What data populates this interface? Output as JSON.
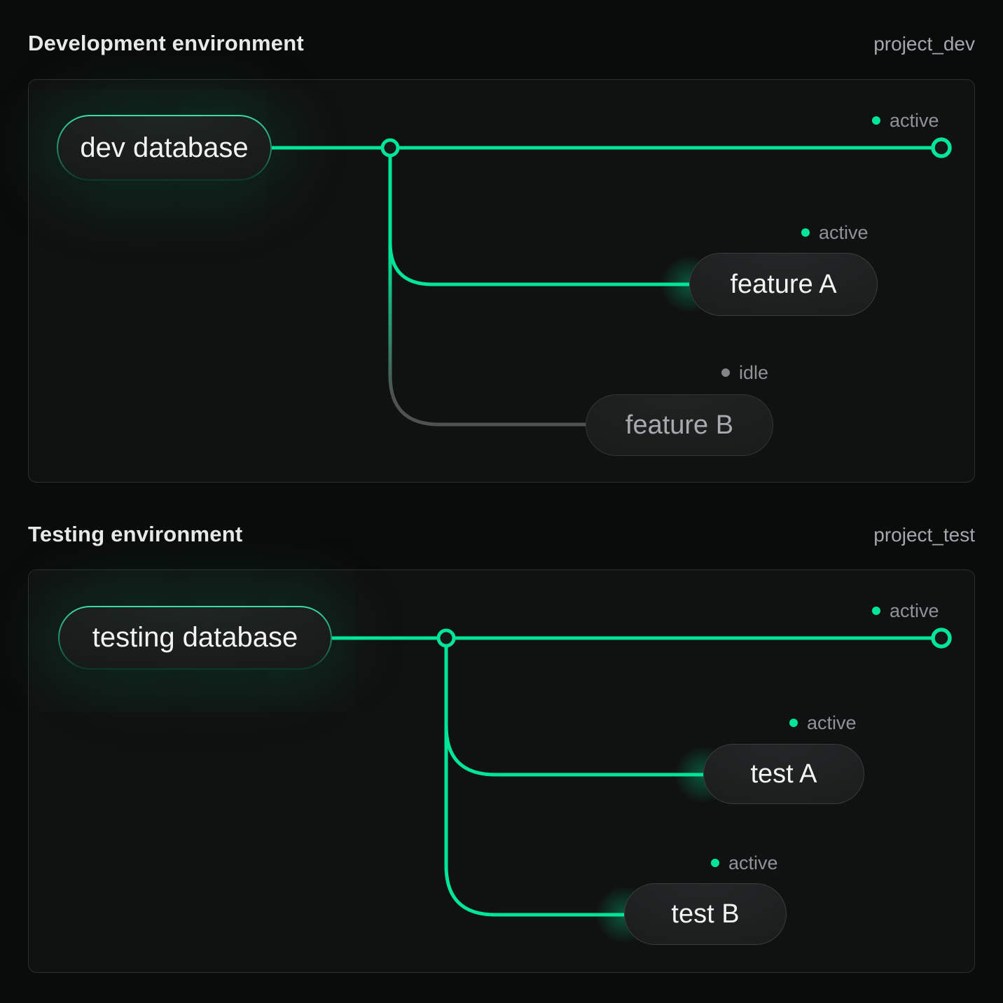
{
  "colors": {
    "accent_green": "#00e599",
    "idle_gray": "#4e5350",
    "panel_background": "#101111",
    "panel_border": "#2c2f2f",
    "page_background": "#0a0b0b",
    "status_text": "#8d9398"
  },
  "environments": [
    {
      "title": "Development environment",
      "project": "project_dev",
      "root": {
        "label": "dev database"
      },
      "main_branch": {
        "status": "active"
      },
      "branches": [
        {
          "label": "feature A",
          "status": "active"
        },
        {
          "label": "feature B",
          "status": "idle"
        }
      ]
    },
    {
      "title": "Testing environment",
      "project": "project_test",
      "root": {
        "label": "testing database"
      },
      "main_branch": {
        "status": "active"
      },
      "branches": [
        {
          "label": "test A",
          "status": "active"
        },
        {
          "label": "test B",
          "status": "active"
        }
      ]
    }
  ]
}
